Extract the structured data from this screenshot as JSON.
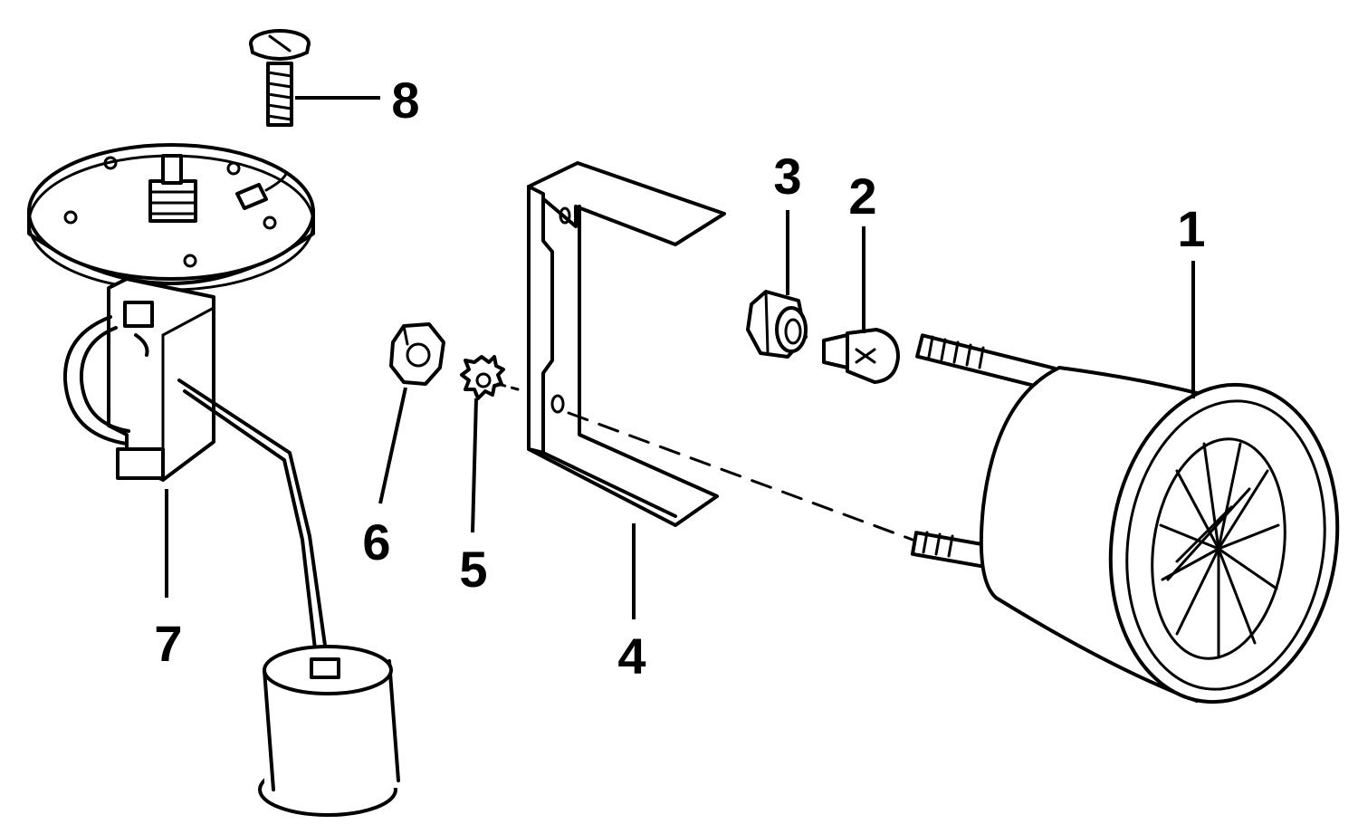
{
  "diagram": {
    "parts": [
      {
        "id": "gauge",
        "label": "1"
      },
      {
        "id": "bulb",
        "label": "2"
      },
      {
        "id": "bulb-socket",
        "label": "3"
      },
      {
        "id": "bracket",
        "label": "4"
      },
      {
        "id": "lock-washer",
        "label": "5"
      },
      {
        "id": "nut",
        "label": "6"
      },
      {
        "id": "sender-unit",
        "label": "7"
      },
      {
        "id": "screw",
        "label": "8"
      }
    ]
  }
}
